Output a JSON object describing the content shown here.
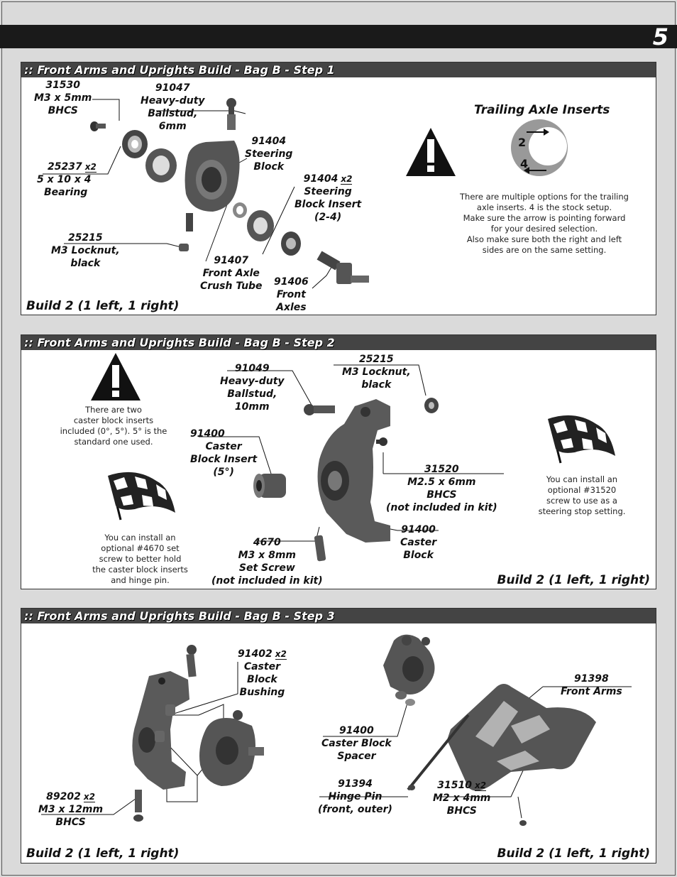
{
  "page": {
    "number": "5"
  },
  "step1": {
    "header": ":: Front Arms and Uprights Build - Bag B - Step 1",
    "labels": [
      {
        "part": "31530",
        "desc": [
          "M3 x 5mm",
          "BHCS"
        ],
        "qty": ""
      },
      {
        "part": "91047",
        "desc": [
          "Heavy-duty",
          "Ballstud,",
          "6mm"
        ],
        "qty": ""
      },
      {
        "part": "91404",
        "desc": [
          "Steering",
          "Block"
        ],
        "qty": ""
      },
      {
        "part": "25237",
        "desc": [
          "5 x 10 x 4",
          "Bearing"
        ],
        "qty": "x2"
      },
      {
        "part": "91404",
        "desc": [
          "Steering",
          "Block Insert",
          "(2-4)"
        ],
        "qty": "x2"
      },
      {
        "part": "25215",
        "desc": [
          "M3 Locknut,",
          "black"
        ],
        "qty": ""
      },
      {
        "part": "91407",
        "desc": [
          "Front Axle",
          "Crush Tube"
        ],
        "qty": ""
      },
      {
        "part": "91406",
        "desc": [
          "Front",
          "Axles"
        ],
        "qty": ""
      }
    ],
    "subtitle": "Trailing Axle Inserts",
    "insert_marks": [
      "2",
      "4"
    ],
    "note": [
      "There are multiple options for the trailing",
      "axle inserts.  4 is the stock setup.",
      "Make sure the arrow is pointing forward",
      "for your desired selection.",
      "Also make sure both the right and left",
      "sides are on the same setting."
    ],
    "build": "Build 2 (1 left, 1 right)"
  },
  "step2": {
    "header": ":: Front Arms and Uprights Build - Bag B - Step 2",
    "labels": [
      {
        "part": "91049",
        "desc": [
          "Heavy-duty",
          "Ballstud,",
          "10mm"
        ],
        "qty": ""
      },
      {
        "part": "25215",
        "desc": [
          "M3 Locknut,",
          "black"
        ],
        "qty": ""
      },
      {
        "part": "91400",
        "desc": [
          "Caster",
          "Block Insert",
          "(5°)"
        ],
        "qty": ""
      },
      {
        "part": "31520",
        "desc": [
          "M2.5 x  6mm",
          "BHCS",
          "(not included in kit)"
        ],
        "qty": ""
      },
      {
        "part": "91400",
        "desc": [
          "Caster",
          "Block"
        ],
        "qty": ""
      },
      {
        "part": "4670",
        "desc": [
          "M3 x 8mm",
          "Set Screw",
          "(not included in kit)"
        ],
        "qty": ""
      }
    ],
    "note_warning": [
      "There are two",
      "caster block inserts",
      "included (0°, 5°).  5° is the",
      "standard one used."
    ],
    "note_set_screw": [
      "You can install an",
      "optional #4670 set",
      "screw to better hold",
      "the caster block inserts",
      "and hinge pin."
    ],
    "note_steering_stop": [
      "You can install an",
      "optional #31520",
      "screw to use as a",
      "steering stop setting."
    ],
    "build": "Build 2 (1 left, 1 right)"
  },
  "step3": {
    "header": ":: Front Arms and Uprights Build - Bag B - Step 3",
    "labels": [
      {
        "part": "91402",
        "desc": [
          "Caster",
          "Block",
          "Bushing"
        ],
        "qty": "x2"
      },
      {
        "part": "91398",
        "desc": [
          "Front Arms"
        ],
        "qty": ""
      },
      {
        "part": "91400",
        "desc": [
          "Caster Block",
          "Spacer"
        ],
        "qty": ""
      },
      {
        "part": "89202",
        "desc": [
          "M3 x 12mm",
          "BHCS"
        ],
        "qty": "x2"
      },
      {
        "part": "91394",
        "desc": [
          "Hinge Pin",
          "(front, outer)"
        ],
        "qty": ""
      },
      {
        "part": "31510",
        "desc": [
          "M2 x 4mm",
          "BHCS"
        ],
        "qty": "x2"
      }
    ],
    "build_left": "Build 2 (1 left, 1 right)",
    "build_right": "Build 2 (1 left, 1 right)"
  }
}
